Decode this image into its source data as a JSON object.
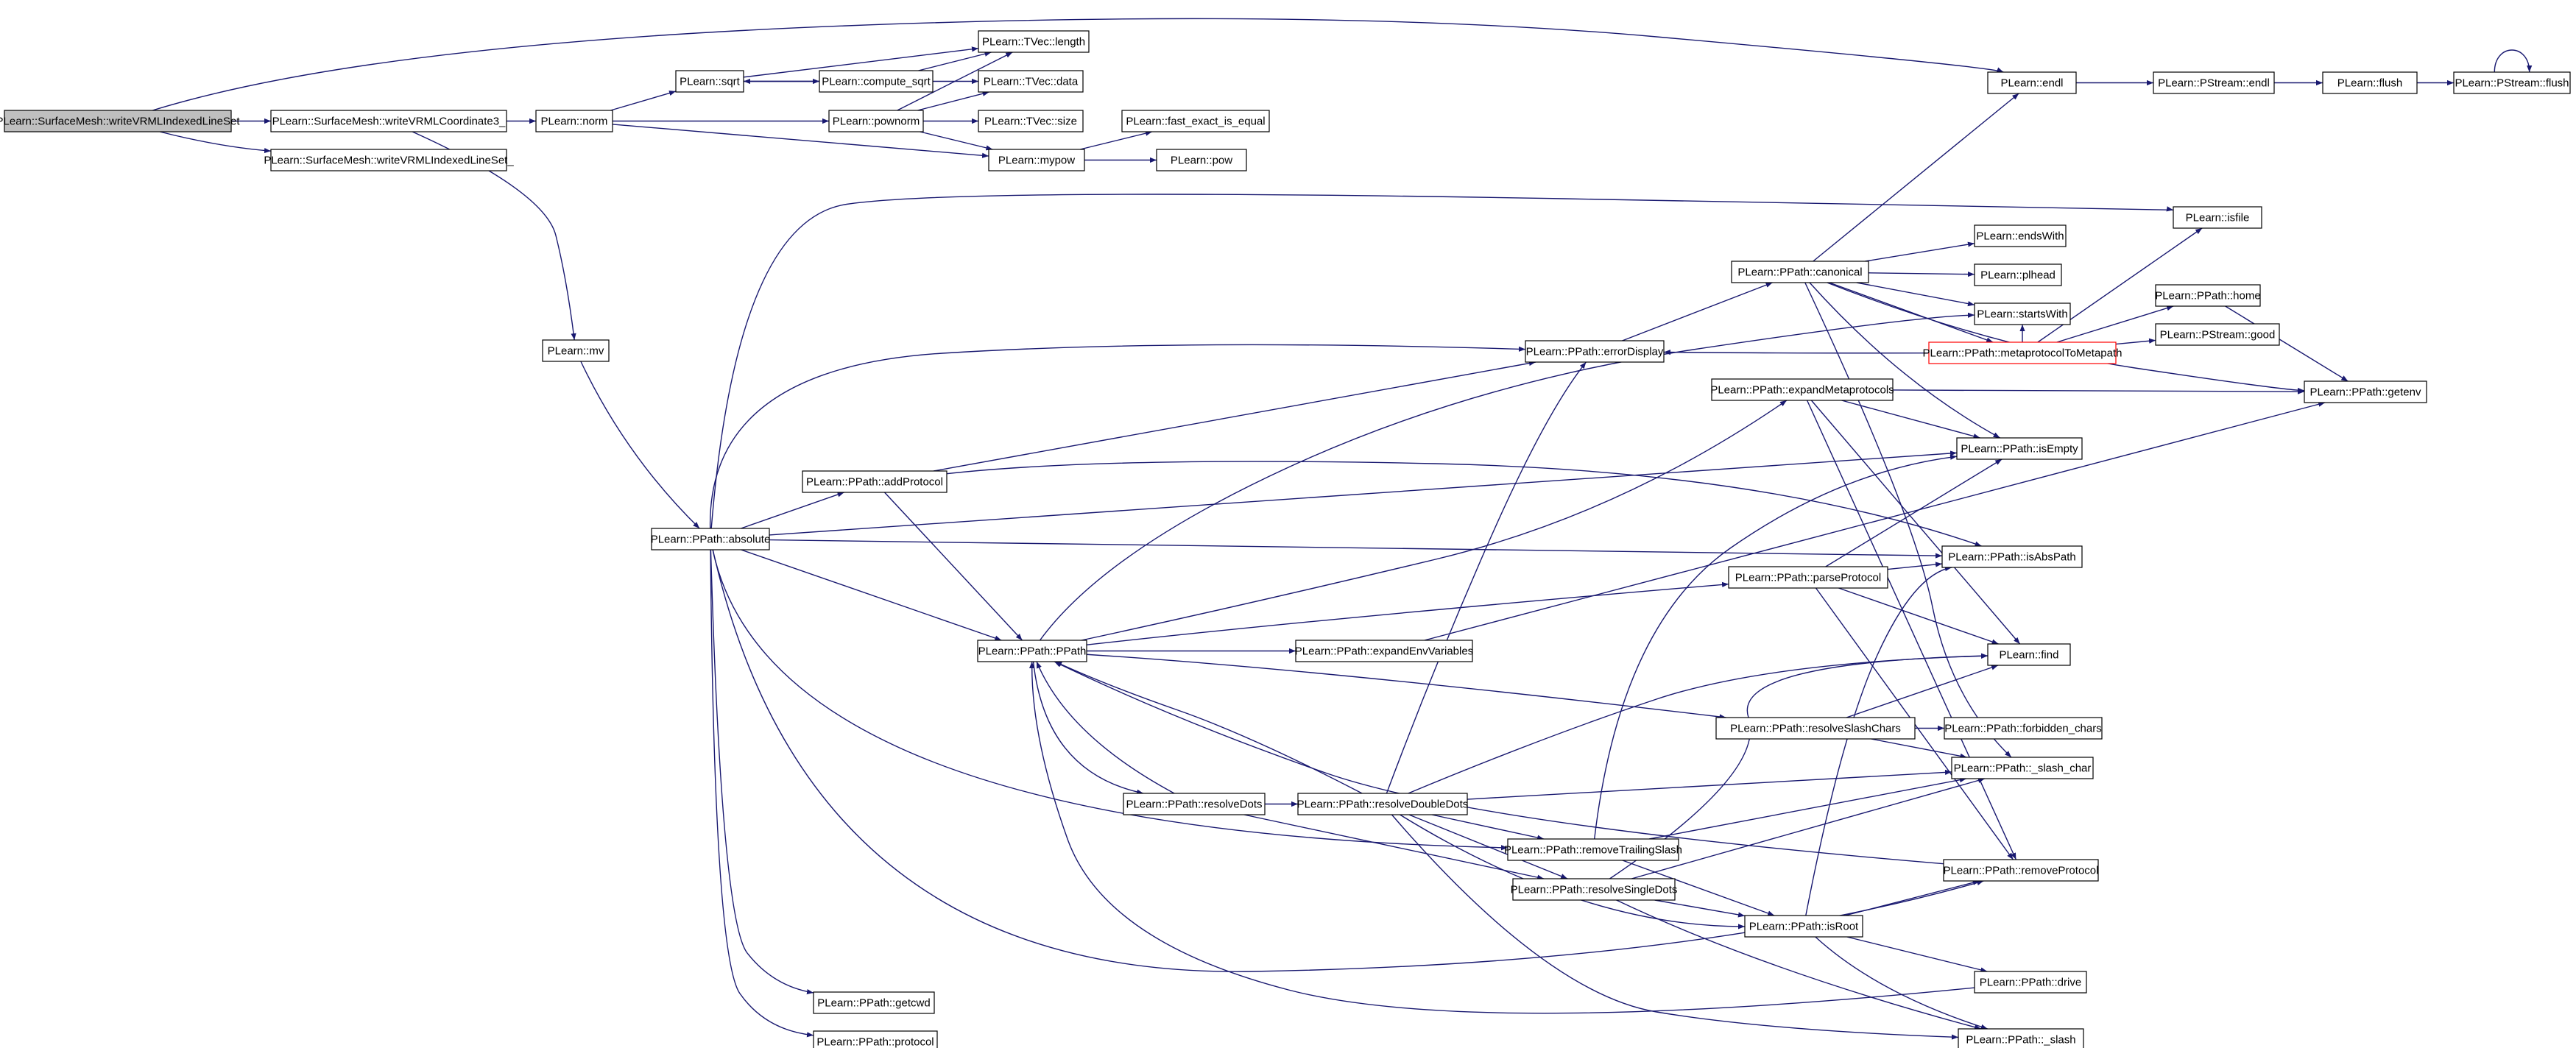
{
  "graph_title": "",
  "colors": {
    "edge": "#191970",
    "node_border": "#000000",
    "root_fill": "#bfbfbf",
    "highlight_border": "#ff0000",
    "background": "#ffffff"
  },
  "nodes": [
    {
      "id": "root",
      "label": "PLearn::SurfaceMesh::writeVRMLIndexedLineSet",
      "kind": "root"
    },
    {
      "id": "wcoord3",
      "label": "PLearn::SurfaceMesh::writeVRMLCoordinate3_"
    },
    {
      "id": "wilsu",
      "label": "PLearn::SurfaceMesh::writeVRMLIndexedLineSet_"
    },
    {
      "id": "norm",
      "label": "PLearn::norm"
    },
    {
      "id": "sqrt",
      "label": "PLearn::sqrt"
    },
    {
      "id": "csqrt",
      "label": "PLearn::compute_sqrt"
    },
    {
      "id": "tlength",
      "label": "PLearn::TVec::length"
    },
    {
      "id": "tdata",
      "label": "PLearn::TVec::data"
    },
    {
      "id": "tsize",
      "label": "PLearn::TVec::size"
    },
    {
      "id": "pownorm",
      "label": "PLearn::pownorm"
    },
    {
      "id": "mypow",
      "label": "PLearn::mypow"
    },
    {
      "id": "feie",
      "label": "PLearn::fast_exact_is_equal"
    },
    {
      "id": "pow",
      "label": "PLearn::pow"
    },
    {
      "id": "endl",
      "label": "PLearn::endl"
    },
    {
      "id": "psendl",
      "label": "PLearn::PStream::endl"
    },
    {
      "id": "flush",
      "label": "PLearn::flush"
    },
    {
      "id": "psflush",
      "label": "PLearn::PStream::flush"
    },
    {
      "id": "mv",
      "label": "PLearn::mv"
    },
    {
      "id": "absolute",
      "label": "PLearn::PPath::absolute"
    },
    {
      "id": "addproto",
      "label": "PLearn::PPath::addProtocol"
    },
    {
      "id": "errdisp",
      "label": "PLearn::PPath::errorDisplay"
    },
    {
      "id": "canonical",
      "label": "PLearn::PPath::canonical"
    },
    {
      "id": "isfile",
      "label": "PLearn::isfile"
    },
    {
      "id": "endswith",
      "label": "PLearn::endsWith"
    },
    {
      "id": "plhead",
      "label": "PLearn::plhead"
    },
    {
      "id": "startswith",
      "label": "PLearn::startsWith"
    },
    {
      "id": "home",
      "label": "PLearn::PPath::home"
    },
    {
      "id": "meta2",
      "label": "PLearn::PPath::metaprotocolToMetapath",
      "kind": "highlight"
    },
    {
      "id": "psgood",
      "label": "PLearn::PStream::good"
    },
    {
      "id": "expmeta",
      "label": "PLearn::PPath::expandMetaprotocols"
    },
    {
      "id": "getenv",
      "label": "PLearn::PPath::getenv"
    },
    {
      "id": "isempty",
      "label": "PLearn::PPath::isEmpty"
    },
    {
      "id": "isabs",
      "label": "PLearn::PPath::isAbsPath"
    },
    {
      "id": "parseproto",
      "label": "PLearn::PPath::parseProtocol"
    },
    {
      "id": "ppath",
      "label": "PLearn::PPath::PPath"
    },
    {
      "id": "expenv",
      "label": "PLearn::PPath::expandEnvVariables"
    },
    {
      "id": "find",
      "label": "PLearn::find"
    },
    {
      "id": "resslash",
      "label": "PLearn::PPath::resolveSlashChars"
    },
    {
      "id": "forbidden",
      "label": "PLearn::PPath::forbidden_chars"
    },
    {
      "id": "slashchar",
      "label": "PLearn::PPath::_slash_char"
    },
    {
      "id": "resdots",
      "label": "PLearn::PPath::resolveDots"
    },
    {
      "id": "resddots",
      "label": "PLearn::PPath::resolveDoubleDots"
    },
    {
      "id": "remtrail",
      "label": "PLearn::PPath::removeTrailingSlash"
    },
    {
      "id": "remproto",
      "label": "PLearn::PPath::removeProtocol"
    },
    {
      "id": "ressdots",
      "label": "PLearn::PPath::resolveSingleDots"
    },
    {
      "id": "isroot",
      "label": "PLearn::PPath::isRoot"
    },
    {
      "id": "drive",
      "label": "PLearn::PPath::drive"
    },
    {
      "id": "getcwd",
      "label": "PLearn::PPath::getcwd"
    },
    {
      "id": "protocol",
      "label": "PLearn::PPath::protocol"
    },
    {
      "id": "slash",
      "label": "PLearn::PPath::_slash"
    }
  ],
  "edges": [
    [
      "root",
      "wcoord3"
    ],
    [
      "root",
      "wilsu"
    ],
    [
      "root",
      "endl"
    ],
    [
      "wcoord3",
      "norm"
    ],
    [
      "wcoord3",
      "mv"
    ],
    [
      "norm",
      "sqrt"
    ],
    [
      "norm",
      "pownorm"
    ],
    [
      "norm",
      "mypow"
    ],
    [
      "sqrt",
      "csqrt"
    ],
    [
      "sqrt",
      "tlength"
    ],
    [
      "csqrt",
      "sqrt"
    ],
    [
      "csqrt",
      "tlength"
    ],
    [
      "csqrt",
      "tdata"
    ],
    [
      "pownorm",
      "tlength"
    ],
    [
      "pownorm",
      "tdata"
    ],
    [
      "pownorm",
      "tsize"
    ],
    [
      "pownorm",
      "mypow"
    ],
    [
      "mypow",
      "feie"
    ],
    [
      "mypow",
      "pow"
    ],
    [
      "endl",
      "psendl"
    ],
    [
      "psendl",
      "flush"
    ],
    [
      "flush",
      "psflush"
    ],
    [
      "psflush",
      "psflush"
    ],
    [
      "mv",
      "absolute"
    ],
    [
      "absolute",
      "addproto"
    ],
    [
      "absolute",
      "errdisp"
    ],
    [
      "absolute",
      "isempty"
    ],
    [
      "absolute",
      "isabs"
    ],
    [
      "absolute",
      "ppath"
    ],
    [
      "absolute",
      "remtrail"
    ],
    [
      "absolute",
      "getcwd"
    ],
    [
      "absolute",
      "protocol"
    ],
    [
      "absolute",
      "remproto"
    ],
    [
      "absolute",
      "isfile"
    ],
    [
      "addproto",
      "errdisp"
    ],
    [
      "addproto",
      "ppath"
    ],
    [
      "addproto",
      "isabs"
    ],
    [
      "errdisp",
      "canonical"
    ],
    [
      "canonical",
      "endl"
    ],
    [
      "canonical",
      "endswith"
    ],
    [
      "canonical",
      "plhead"
    ],
    [
      "canonical",
      "startswith"
    ],
    [
      "canonical",
      "meta2"
    ],
    [
      "canonical",
      "isempty"
    ],
    [
      "canonical",
      "slashchar"
    ],
    [
      "canonical",
      "getenv"
    ],
    [
      "meta2",
      "isfile"
    ],
    [
      "meta2",
      "home"
    ],
    [
      "meta2",
      "psgood"
    ],
    [
      "meta2",
      "errdisp"
    ],
    [
      "meta2",
      "startswith"
    ],
    [
      "home",
      "getenv"
    ],
    [
      "expmeta",
      "getenv"
    ],
    [
      "expmeta",
      "isempty"
    ],
    [
      "expmeta",
      "find"
    ],
    [
      "expmeta",
      "remproto"
    ],
    [
      "ppath",
      "startswith"
    ],
    [
      "ppath",
      "expmeta"
    ],
    [
      "ppath",
      "parseproto"
    ],
    [
      "ppath",
      "expenv"
    ],
    [
      "ppath",
      "resslash"
    ],
    [
      "ppath",
      "resdots"
    ],
    [
      "expenv",
      "getenv"
    ],
    [
      "parseproto",
      "isempty"
    ],
    [
      "parseproto",
      "isabs"
    ],
    [
      "parseproto",
      "find"
    ],
    [
      "parseproto",
      "remproto"
    ],
    [
      "resslash",
      "forbidden"
    ],
    [
      "resslash",
      "slashchar"
    ],
    [
      "resslash",
      "find"
    ],
    [
      "resdots",
      "resddots"
    ],
    [
      "resdots",
      "ressdots"
    ],
    [
      "resdots",
      "ppath"
    ],
    [
      "resddots",
      "slashchar"
    ],
    [
      "resddots",
      "find"
    ],
    [
      "resddots",
      "remtrail"
    ],
    [
      "resddots",
      "ressdots"
    ],
    [
      "resddots",
      "isroot"
    ],
    [
      "resddots",
      "slash"
    ],
    [
      "resddots",
      "errdisp"
    ],
    [
      "resddots",
      "ppath"
    ],
    [
      "remtrail",
      "isempty"
    ],
    [
      "remtrail",
      "isroot"
    ],
    [
      "remtrail",
      "slashchar"
    ],
    [
      "ressdots",
      "slashchar"
    ],
    [
      "ressdots",
      "isroot"
    ],
    [
      "ressdots",
      "slash"
    ],
    [
      "ressdots",
      "find"
    ],
    [
      "isroot",
      "drive"
    ],
    [
      "isroot",
      "slash"
    ],
    [
      "isroot",
      "remproto"
    ],
    [
      "isroot",
      "isabs"
    ],
    [
      "drive",
      "ppath"
    ],
    [
      "remproto",
      "ppath"
    ]
  ]
}
